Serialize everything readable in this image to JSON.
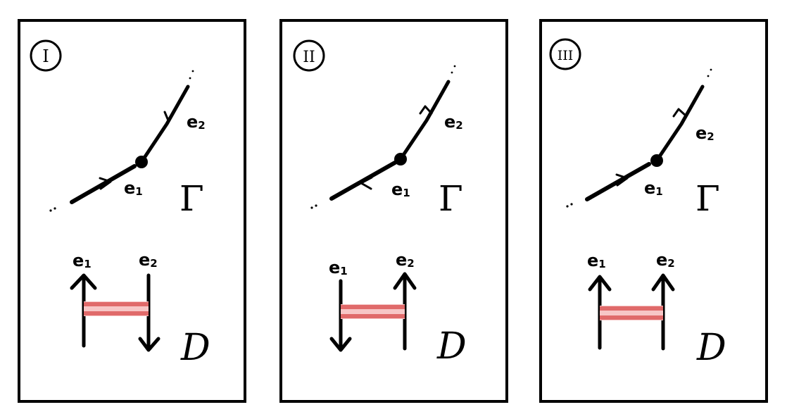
{
  "panels": [
    {
      "numeral": "I",
      "graph": {
        "e1_label": "e",
        "e1_sub": "1",
        "e2_label": "e",
        "e2_sub": "2",
        "e1_arrow": "toward-vertex",
        "e2_arrow": "toward-vertex",
        "name": "Γ"
      },
      "diagram": {
        "e1_label": "e",
        "e1_sub": "1",
        "e2_label": "e",
        "e2_sub": "2",
        "e1_arrow": "up",
        "e2_arrow": "down",
        "name": "D"
      }
    },
    {
      "numeral": "II",
      "graph": {
        "e1_label": "e",
        "e1_sub": "1",
        "e2_label": "e",
        "e2_sub": "2",
        "e1_arrow": "away-from-vertex",
        "e2_arrow": "away-from-vertex",
        "name": "Γ"
      },
      "diagram": {
        "e1_label": "e",
        "e1_sub": "1",
        "e2_label": "e",
        "e2_sub": "2",
        "e1_arrow": "down",
        "e2_arrow": "up",
        "name": "D"
      }
    },
    {
      "numeral": "III",
      "graph": {
        "e1_label": "e",
        "e1_sub": "1",
        "e2_label": "e",
        "e2_sub": "2",
        "e1_arrow": "toward-vertex",
        "e2_arrow": "away-from-vertex",
        "name": "Γ"
      },
      "diagram": {
        "e1_label": "e",
        "e1_sub": "1",
        "e2_label": "e",
        "e2_sub": "2",
        "e1_arrow": "up",
        "e2_arrow": "up",
        "name": "D"
      }
    }
  ],
  "colors": {
    "ink": "#000000",
    "band_dark": "#e06a6a",
    "band_light": "#f7c6c6"
  }
}
